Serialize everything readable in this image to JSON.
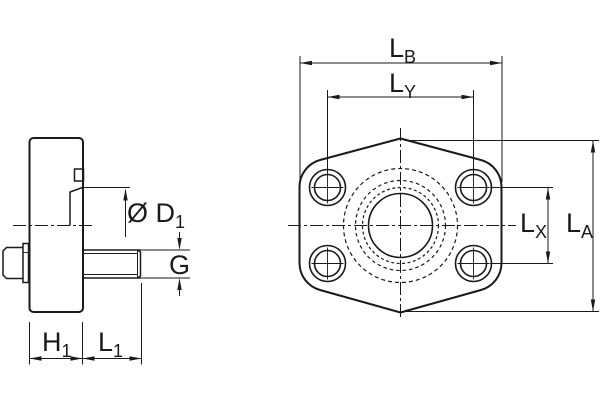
{
  "meta": {
    "drawing_type": "flange technical drawing, two orthographic views",
    "background_color": "#ffffff",
    "line_color": "#1a1a1a"
  },
  "side_view": {
    "bore_diameter": {
      "main": "Ø D",
      "sub": "1"
    },
    "thread": {
      "main": "G",
      "sub": ""
    },
    "body_width": {
      "main": "H",
      "sub": "1"
    },
    "stud_length": {
      "main": "L",
      "sub": "1"
    }
  },
  "front_view": {
    "overall_width": {
      "main": "L",
      "sub": "B"
    },
    "bolt_spacing_horiz": {
      "main": "L",
      "sub": "Y"
    },
    "bolt_spacing_vert": {
      "main": "L",
      "sub": "X"
    },
    "overall_height": {
      "main": "L",
      "sub": "A"
    }
  }
}
